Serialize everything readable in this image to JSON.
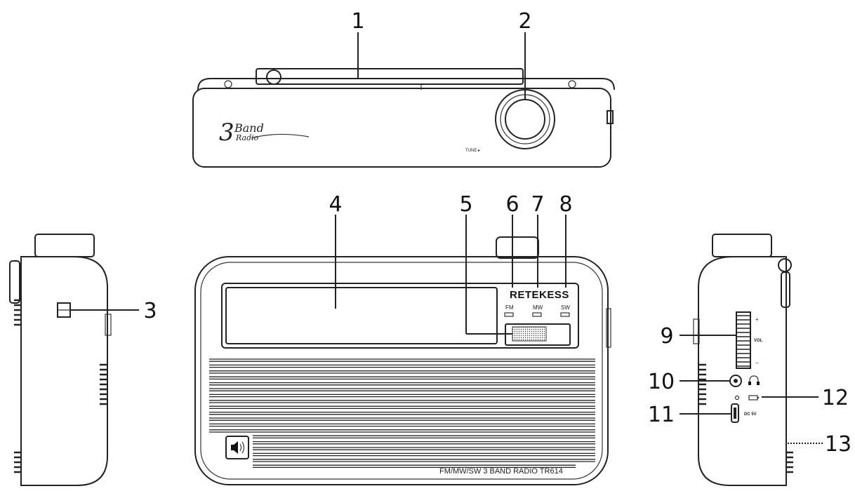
{
  "callouts": [
    "1",
    "2",
    "3",
    "4",
    "5",
    "6",
    "7",
    "8",
    "9",
    "10",
    "11",
    "12",
    "13"
  ],
  "labels": {
    "tune": "TUNE ▸",
    "logo_number": "3",
    "logo_word1": "Band",
    "logo_word2": "Radio",
    "brand": "RETEKESS",
    "band_fm": "FM",
    "band_mw": "MW",
    "band_sw": "SW",
    "model": "FM/MW/SW 3 BAND RADIO  TR614",
    "vol_plus": "+",
    "vol_label": "VOL",
    "vol_minus": "−",
    "dc": "DC 5V"
  },
  "icons": {
    "speaker": "speaker-icon",
    "headphone": "headphone-icon",
    "battery": "battery-icon"
  }
}
